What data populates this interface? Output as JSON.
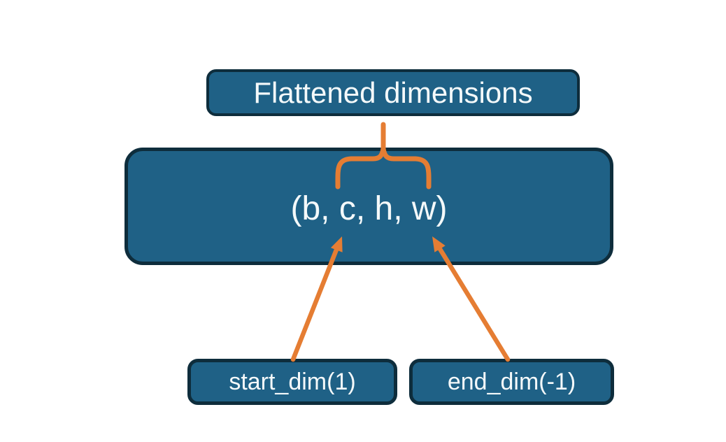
{
  "diagram": {
    "nodes": {
      "flattened": {
        "label": "Flattened dimensions"
      },
      "tensor": {
        "label": "(b, c, h, w)"
      },
      "start_dim": {
        "label": "start_dim(1)"
      },
      "end_dim": {
        "label": "end_dim(-1)"
      }
    }
  },
  "colors": {
    "background": "#ffffff",
    "node_fill": "#1f6186",
    "node_border": "#0e2d3c",
    "accent": "#e57d33",
    "label_text": "#f4f9fa"
  }
}
